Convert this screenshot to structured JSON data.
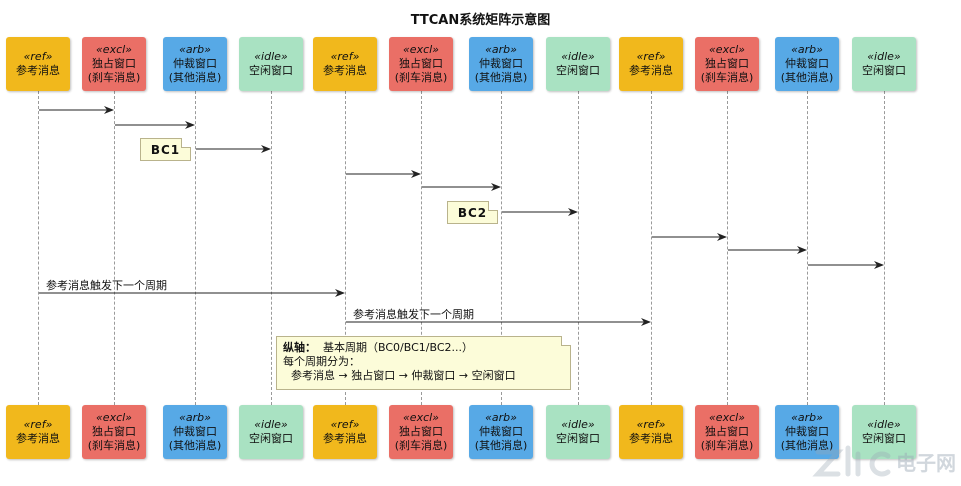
{
  "title": "TTCAN系统矩阵示意图",
  "participants": [
    {
      "stereotype": "«ref»",
      "name": "参考消息",
      "kind": "ref"
    },
    {
      "stereotype": "«excl»",
      "name": "独占窗口",
      "sub": "(刹车消息)",
      "kind": "excl"
    },
    {
      "stereotype": "«arb»",
      "name": "仲裁窗口",
      "sub": "(其他消息)",
      "kind": "arb"
    },
    {
      "stereotype": "«idle»",
      "name": "空闲窗口",
      "kind": "idle"
    },
    {
      "stereotype": "«ref»",
      "name": "参考消息",
      "kind": "ref"
    },
    {
      "stereotype": "«excl»",
      "name": "独占窗口",
      "sub": "(刹车消息)",
      "kind": "excl"
    },
    {
      "stereotype": "«arb»",
      "name": "仲裁窗口",
      "sub": "(其他消息)",
      "kind": "arb"
    },
    {
      "stereotype": "«idle»",
      "name": "空闲窗口",
      "kind": "idle"
    },
    {
      "stereotype": "«ref»",
      "name": "参考消息",
      "kind": "ref"
    },
    {
      "stereotype": "«excl»",
      "name": "独占窗口",
      "sub": "(刹车消息)",
      "kind": "excl"
    },
    {
      "stereotype": "«arb»",
      "name": "仲裁窗口",
      "sub": "(其他消息)",
      "kind": "arb"
    },
    {
      "stereotype": "«idle»",
      "name": "空闲窗口",
      "kind": "idle"
    }
  ],
  "messages": [
    {
      "from": 0,
      "to": 1,
      "label": ""
    },
    {
      "from": 1,
      "to": 2,
      "label": ""
    },
    {
      "from": 2,
      "to": 3,
      "label": ""
    },
    {
      "from": 4,
      "to": 5,
      "label": ""
    },
    {
      "from": 5,
      "to": 6,
      "label": ""
    },
    {
      "from": 6,
      "to": 7,
      "label": ""
    },
    {
      "from": 8,
      "to": 9,
      "label": ""
    },
    {
      "from": 9,
      "to": 10,
      "label": ""
    },
    {
      "from": 10,
      "to": 11,
      "label": ""
    },
    {
      "from": 0,
      "to": 4,
      "label": "参考消息触发下一个周期"
    },
    {
      "from": 4,
      "to": 8,
      "label": "参考消息触发下一个周期"
    }
  ],
  "notes": {
    "bc1": "BC1",
    "bc2": "BC2",
    "axis_title": "纵轴：",
    "axis_text": "基本周期（BC0/BC1/BC2...）",
    "line2": "每个周期分为：",
    "line3": "参考消息 → 独占窗口 → 仲裁窗口 → 空闲窗口"
  },
  "colors": {
    "ref": "#f1b81c",
    "excl": "#ea6f66",
    "arb": "#57a9e6",
    "idle": "#a9e2c2",
    "note_bg": "#fcfcd9"
  },
  "watermark": {
    "text": "电子网",
    "logo": "zlic"
  }
}
